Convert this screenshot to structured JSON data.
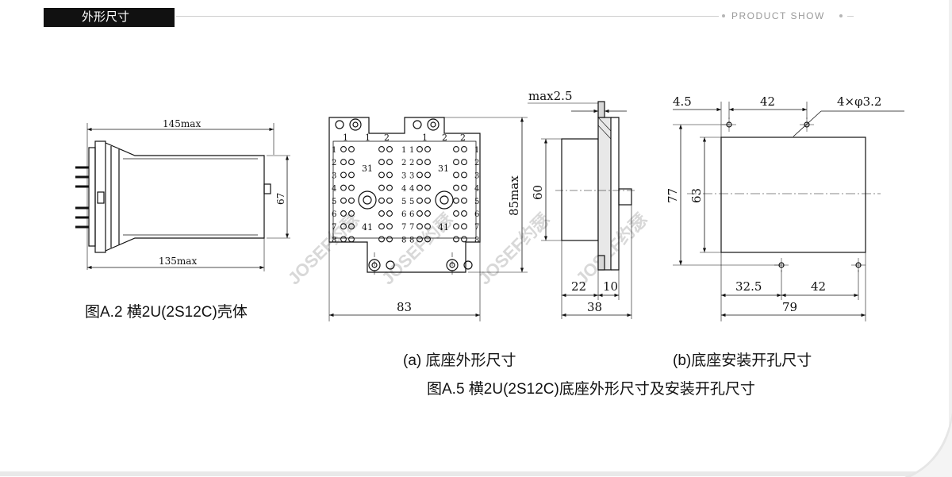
{
  "header": {
    "section_tab": "外形尺寸",
    "right_label": "PRODUCT SHOW"
  },
  "captions": {
    "fig_a2": "图A.2  横2U(2S12C)壳体",
    "fig_a": "(a) 底座外形尺寸",
    "fig_b": "(b)底座安装开孔尺寸",
    "fig_a5": "图A.5  横2U(2S12C)底座外形尺寸及安装开孔尺寸"
  },
  "housing_dims": {
    "length_top": "145max",
    "length_bottom": "135max",
    "height": "67"
  },
  "base_dims": {
    "width": "83",
    "height": "85max"
  },
  "base_pin_labels": {
    "column_headers": [
      "1",
      "1",
      "2",
      "1",
      "2",
      "2"
    ],
    "rows": [
      "1",
      "2",
      "3",
      "4",
      "5",
      "6",
      "7",
      "8"
    ],
    "center_labels": [
      "31",
      "41"
    ]
  },
  "side_dims": {
    "plate": "max2.5",
    "body_height": "60",
    "front": "22",
    "flange": "10",
    "total": "38"
  },
  "cutout_dims": {
    "left_offset": "4.5",
    "top_spacing": "42",
    "hole_spec": "4×φ3.2",
    "outer_height": "77",
    "inner_height": "63",
    "bottom_offset": "32.5",
    "bottom_spacing": "42",
    "width": "79"
  },
  "watermark": "JOSEF约瑟",
  "colors": {
    "ink": "#111111",
    "header_bg": "#111111",
    "rule": "#cfcfcf",
    "watermark": "#d8d8d8"
  }
}
